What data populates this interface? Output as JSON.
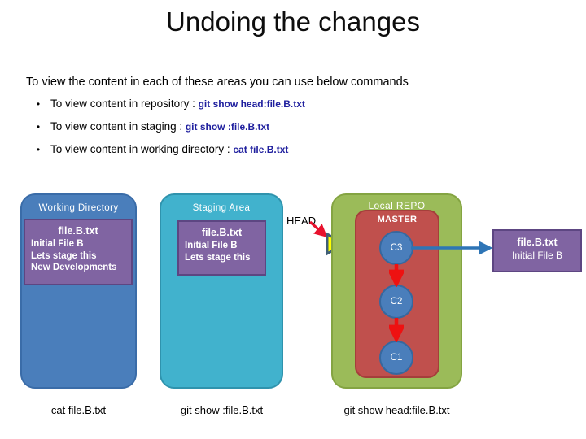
{
  "slide": {
    "title": "Undoing the changes",
    "intro": "To view the content in each of these areas you can use below commands",
    "bullets": [
      {
        "marker": "•",
        "text": "To view content in repository : ",
        "command": "git show head:file.B.txt"
      },
      {
        "marker": "•",
        "text": "To view content in staging : ",
        "command": "git show :file.B.txt"
      },
      {
        "marker": "•",
        "text": "To view content in working directory : ",
        "command": "cat file.B.txt"
      }
    ]
  },
  "diagram": {
    "working_directory": {
      "label": "Working Directory",
      "file": {
        "name": "file.B.txt",
        "lines": [
          "Initial File B",
          "Lets stage this",
          "New Developments"
        ]
      },
      "caption": "cat file.B.txt",
      "color": "#4a7ebb"
    },
    "staging_area": {
      "label": "Staging Area",
      "file": {
        "name": "file.B.txt",
        "lines": [
          "Initial File B",
          "Lets stage this"
        ]
      },
      "caption": "git show :file.B.txt",
      "color": "#41b2cd"
    },
    "local_repo": {
      "label": "Local REPO",
      "branch_label": "MASTER",
      "caption": "git show head:file.B.txt",
      "color": "#9bbb59",
      "branch_color": "#c0504d",
      "commits": [
        {
          "id": "C3"
        },
        {
          "id": "C2"
        },
        {
          "id": "C1"
        }
      ]
    },
    "head": {
      "label": "HEAD",
      "pointer_color": "#ffff00",
      "arrow_color": "#e8112d"
    },
    "repo_file_card": {
      "name": "file.B.txt",
      "lines": [
        "Initial File B"
      ],
      "color": "#8064a2"
    },
    "connector_color": "#2e75b6"
  }
}
